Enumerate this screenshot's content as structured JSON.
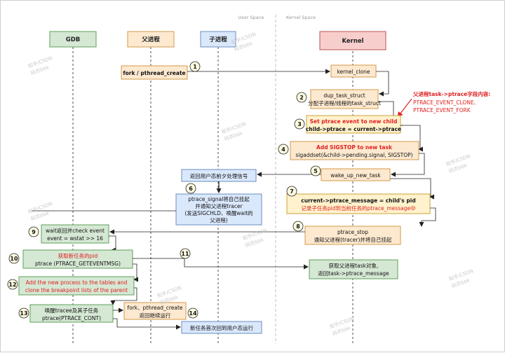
{
  "spaces": {
    "user": "User Space",
    "kernel": "Kernel Space"
  },
  "lanes": {
    "gdb": "GDB",
    "parent": "父进程",
    "child": "子进程",
    "kernel": "Kernel"
  },
  "boxes": {
    "fork": "fork / pthread_create",
    "kernel_clone": "kernel_clone",
    "dup_task_1": "dup_task_struct",
    "dup_task_2": "分配子进程/线程的task_struct",
    "set_ptrace_1": "Set ptrace event to new child",
    "set_ptrace_2": "child->ptrace = current->ptrace",
    "sigstop_1": "Add SIGSTOP to new task",
    "sigstop_2": "sigaddset(&child->pending.signal, SIGSTOP)",
    "wake_up": "wake_up_new_task",
    "msg_1": "current->ptrace_message = child's pid",
    "msg_2": "记录子任务pid到当前任务的ptrace_message中",
    "ret_user": "返回用户态前夕处理信号",
    "ptrace_signal_1": "ptrace_signal将自己挂起",
    "ptrace_signal_2": "并通知父进程tracer",
    "ptrace_signal_3": "(发送SIGCHLD、唤醒wait的",
    "ptrace_signal_4": "父进程)",
    "ptrace_stop_1": "ptrace_stop",
    "ptrace_stop_2": "通知父进程(tracer)并将自己挂起",
    "wait_1": "wait返回并check event",
    "wait_2": "event = wstat >> 16",
    "getmsg_1": "获取新任务的pid",
    "getmsg_2": "ptrace (PTRACE_GETEVENTMSG)",
    "getmsg_k1": "获取父进程task对象,",
    "getmsg_k2": "返回task->ptrace_message",
    "add_1": "Add the new process to the tables and",
    "add_2": "clone the breakpoint lists of the parent",
    "cont_1": "唤醒tracee及其子任务",
    "cont_2": "ptrace(PTRACE_CONT)",
    "fork_ret_1": "fork、pthread_create",
    "fork_ret_2": "返回继续运行",
    "child_run": "新任务首次回到用户态运行"
  },
  "note": {
    "title": "父进程task->ptrace字段内容:",
    "line1": "PTRACE_EVENT_CLONE、",
    "line2": "PTRACE_EVENT_FORK"
  },
  "steps": [
    "1",
    "2",
    "3",
    "4",
    "5",
    "6",
    "7",
    "8",
    "9",
    "10",
    "11",
    "12",
    "13",
    "14"
  ],
  "watermark": {
    "line1": "知乎/CSDN",
    "line2": "码农bbk"
  },
  "colors": {
    "green_fill": "#d5e8d4",
    "green_stroke": "#5e9f59",
    "yellow_fill": "#fff2cc",
    "yellow_stroke": "#c9a43a",
    "orange_fill": "#fde9d0",
    "orange_stroke": "#d39a4a",
    "blue_fill": "#dae8fc",
    "blue_stroke": "#6c8ebf",
    "pink_fill": "#f8cecc",
    "pink_stroke": "#b85450",
    "red": "#e02020"
  }
}
